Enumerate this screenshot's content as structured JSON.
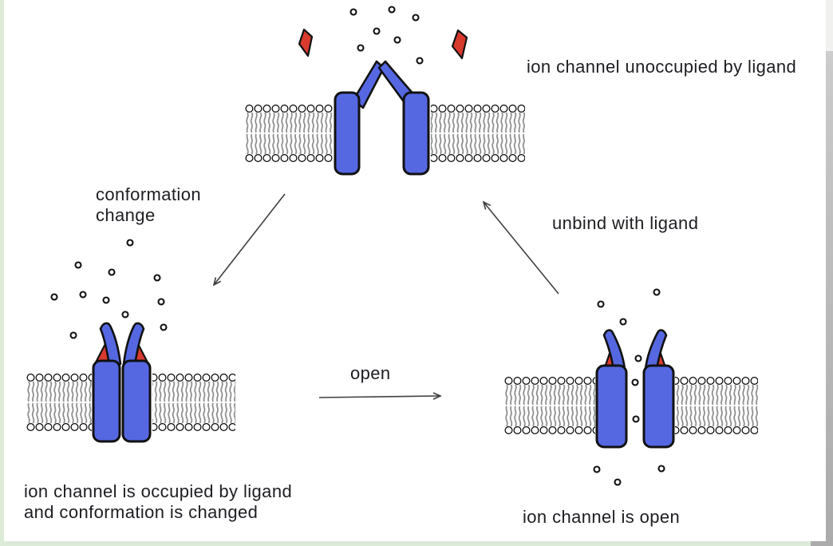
{
  "labels": {
    "unoccupied": "ion channel unoccupied by ligand",
    "occupied_line1": "ion channel is occupied by ligand",
    "occupied_line2": "and conformation is changed",
    "open_state": "ion channel is open",
    "transition_conformation_line1": "conformation",
    "transition_conformation_line2": "change",
    "transition_open": "open",
    "transition_unbind": "unbind with ligand"
  },
  "colors": {
    "channel_fill": "#5568e2",
    "ligand_fill": "#d93a2e",
    "outline": "#111111",
    "membrane_tail": "#8f8f8f",
    "arrow": "#3f3f3f",
    "text": "#1d1d22",
    "slide_border": "#dcead8",
    "shadow_light": "#f1f1ef",
    "shadow_dark": "#ababab"
  }
}
